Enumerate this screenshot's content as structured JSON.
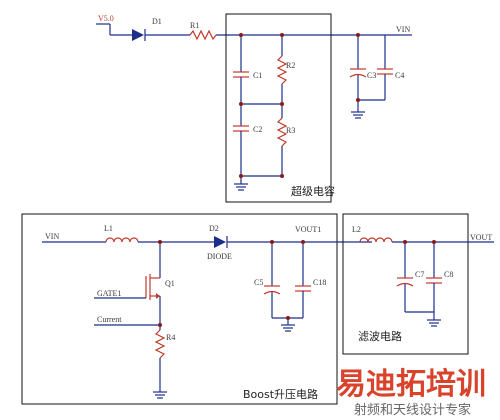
{
  "labels": {
    "v5": "V5.0",
    "d1": "D1",
    "r1": "R1",
    "vin_top": "VIN",
    "c1": "C1",
    "c2": "C2",
    "r2": "R2",
    "r3": "R3",
    "c3": "C3",
    "c4": "C4",
    "supercap_block": "超级电容",
    "vin_left": "VIN",
    "l1": "L1",
    "d2": "D2",
    "diode": "DIODE",
    "vout1": "VOUT1",
    "q1": "Q1",
    "gate1": "GATE1",
    "current": "Current",
    "r4": "R4",
    "c5": "C5",
    "c18": "C18",
    "boost_block": "Boost升压电路",
    "l2": "L2",
    "vout": "VOUT",
    "c7": "C7",
    "c8": "C8",
    "filter_block": "滤波电路"
  },
  "watermark": {
    "brand": "易迪拓培训",
    "tagline": "射频和天线设计专家",
    "colors": {
      "brand_red": "#d9422b",
      "brand_blue": "#2f6fbf",
      "tag_gray": "#666666"
    }
  },
  "colors": {
    "wire": "#1c2e8a",
    "component": "#c0392b",
    "junction": "#8b1a1a",
    "box": "#111111"
  }
}
